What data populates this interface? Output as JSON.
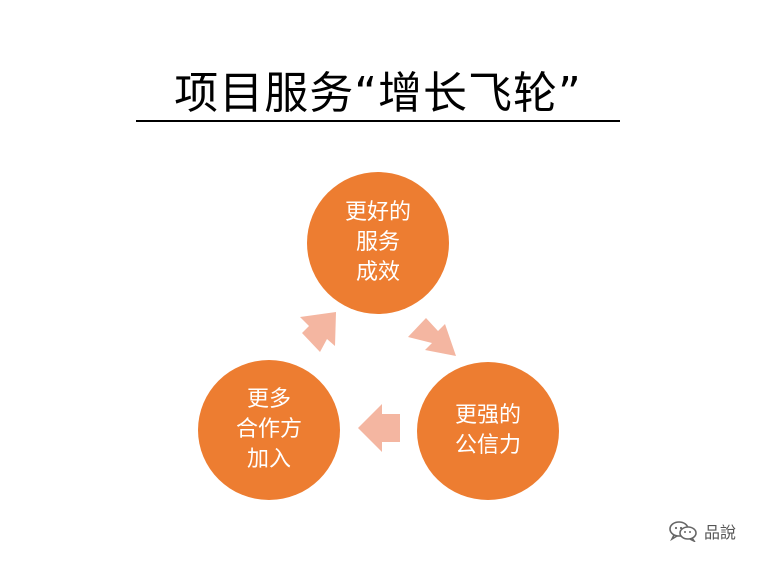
{
  "title": "项目服务“增长飞轮”",
  "colors": {
    "node": "#ed7d31",
    "arrow": "#f4b6a1",
    "title_rule": "#000000"
  },
  "nodes": [
    {
      "id": "top",
      "text": "更好的\n服务\n成效"
    },
    {
      "id": "right",
      "text": "更强的\n公信力"
    },
    {
      "id": "left",
      "text": "更多\n合作方\n加入"
    }
  ],
  "watermark": {
    "icon": "wechat-icon",
    "text": "品說"
  }
}
